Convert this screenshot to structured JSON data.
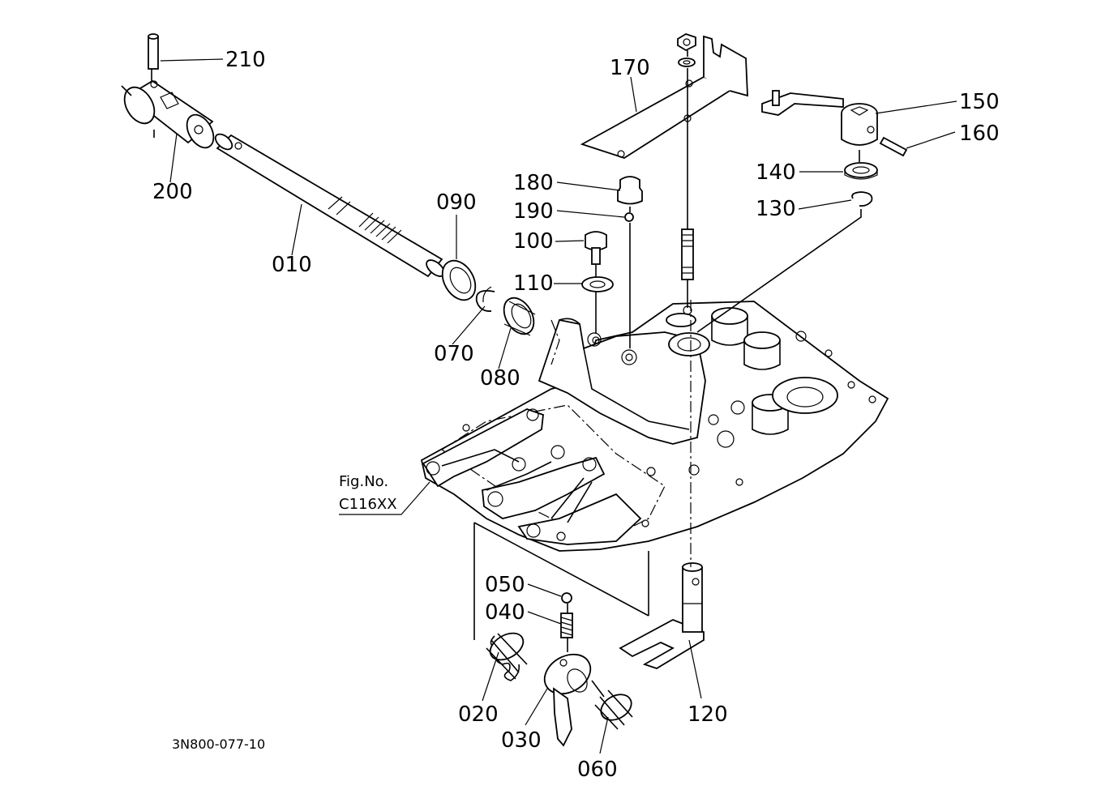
{
  "diagram": {
    "parts": [
      {
        "id": "p210",
        "number": "210"
      },
      {
        "id": "p200",
        "number": "200"
      },
      {
        "id": "p010",
        "number": "010"
      },
      {
        "id": "p090",
        "number": "090"
      },
      {
        "id": "p070",
        "number": "070"
      },
      {
        "id": "p080",
        "number": "080"
      },
      {
        "id": "p170",
        "number": "170"
      },
      {
        "id": "p180",
        "number": "180"
      },
      {
        "id": "p190",
        "number": "190"
      },
      {
        "id": "p100",
        "number": "100"
      },
      {
        "id": "p110",
        "number": "110"
      },
      {
        "id": "p150",
        "number": "150"
      },
      {
        "id": "p160",
        "number": "160"
      },
      {
        "id": "p140",
        "number": "140"
      },
      {
        "id": "p130",
        "number": "130"
      },
      {
        "id": "p050",
        "number": "050"
      },
      {
        "id": "p040",
        "number": "040"
      },
      {
        "id": "p020",
        "number": "020"
      },
      {
        "id": "p030",
        "number": "030"
      },
      {
        "id": "p060",
        "number": "060"
      },
      {
        "id": "p120",
        "number": "120"
      }
    ],
    "figure_reference": {
      "line1": "Fig.No.",
      "line2": "C116XX"
    },
    "drawing_code": "3N800-077-10"
  }
}
